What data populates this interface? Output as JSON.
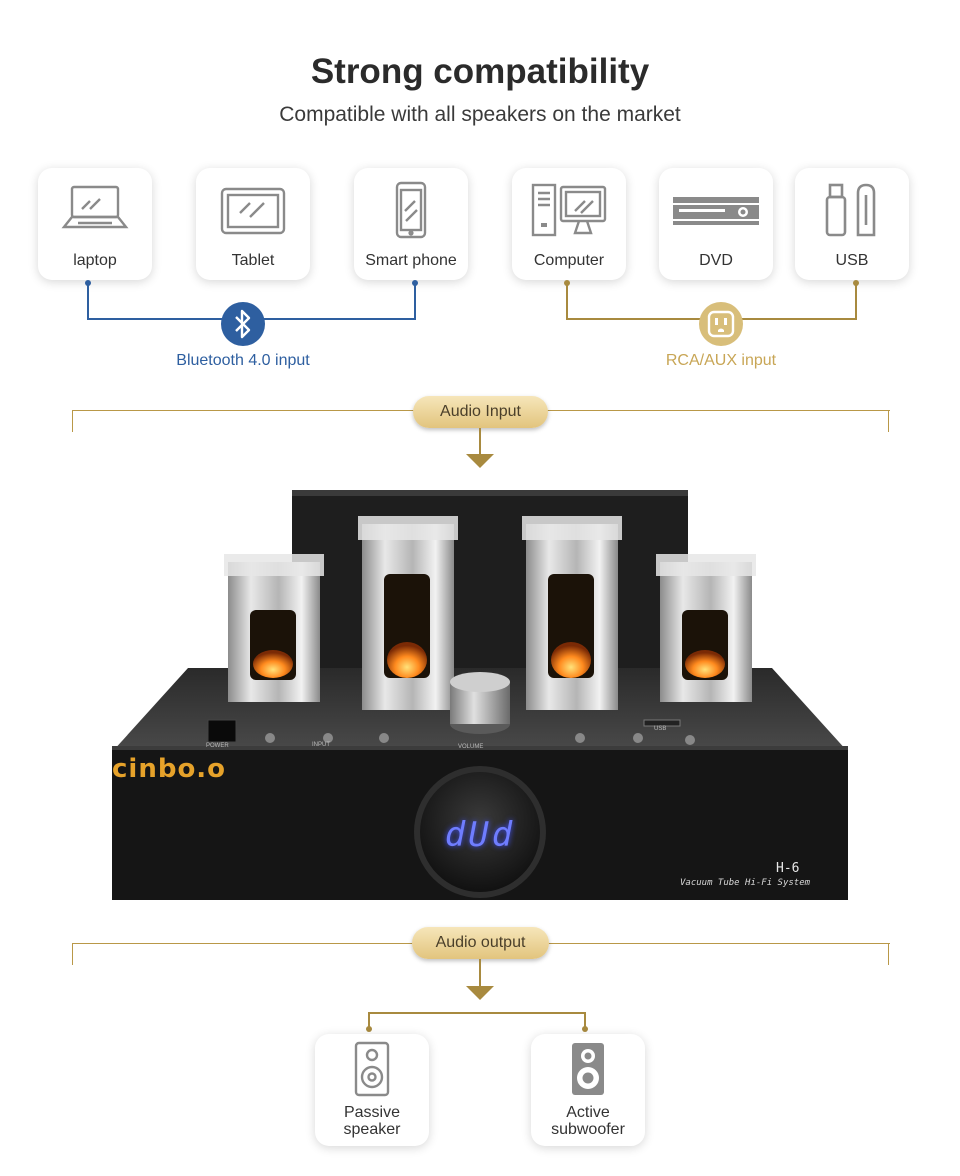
{
  "header": {
    "title": "Strong compatibility",
    "subtitle": "Compatible with all speakers on the market"
  },
  "bluetooth_group": {
    "devices": [
      {
        "label": "laptop",
        "icon": "laptop-icon"
      },
      {
        "label": "Tablet",
        "icon": "tablet-icon"
      },
      {
        "label": "Smart phone",
        "icon": "smartphone-icon"
      }
    ],
    "hub_icon": "bluetooth-icon",
    "input_label": "Bluetooth 4.0 input"
  },
  "rca_group": {
    "devices": [
      {
        "label": "Computer",
        "icon": "computer-icon"
      },
      {
        "label": "DVD",
        "icon": "dvd-player-icon"
      },
      {
        "label": "USB",
        "icon": "usb-drive-icon"
      }
    ],
    "hub_icon": "outlet-icon",
    "input_label": "RCA/AUX input"
  },
  "flow": {
    "input_pill": "Audio Input",
    "output_pill": "Audio output"
  },
  "product": {
    "brand": "cinbo.o",
    "display_text": "dUd",
    "model": "H-6",
    "tagline": "Vacuum Tube Hi-Fi System",
    "panel_labels": {
      "power": "POWER",
      "input": "INPUT",
      "volume": "VOLUME",
      "usb": "USB"
    }
  },
  "outputs": [
    {
      "line1": "Passive",
      "line2": "speaker",
      "icon": "passive-speaker-icon"
    },
    {
      "line1": "Active",
      "line2": "subwoofer",
      "icon": "active-subwoofer-icon"
    }
  ],
  "colors": {
    "bluetooth_blue": "#2e5fa0",
    "gold": "#c8a656",
    "connector_gold": "#a88a3f"
  }
}
